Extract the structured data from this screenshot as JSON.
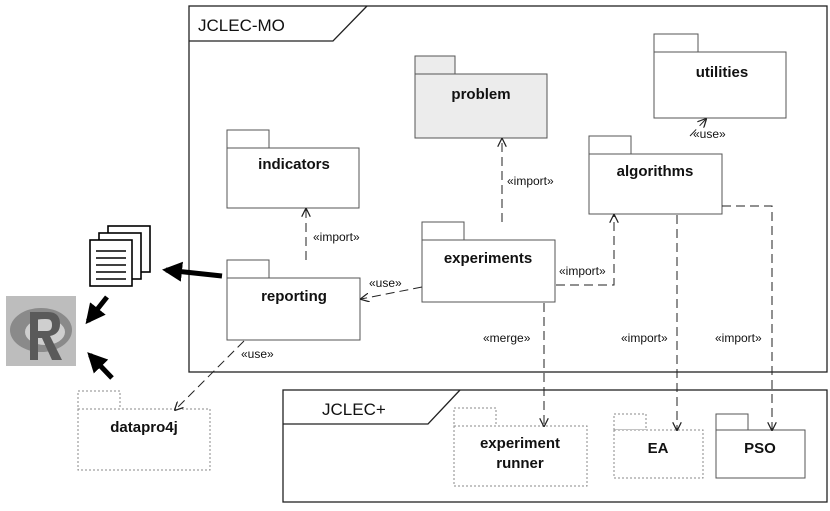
{
  "frames": {
    "jclec_mo": "JCLEC-MO",
    "jclec_plus": "JCLEC+"
  },
  "packages": {
    "problem": "problem",
    "utilities": "utilities",
    "indicators": "indicators",
    "algorithms": "algorithms",
    "experiments": "experiments",
    "reporting": "reporting",
    "datapro4j": "datapro4j",
    "experiment_runner_line1": "experiment",
    "experiment_runner_line2": "runner",
    "ea": "EA",
    "pso": "PSO"
  },
  "edges": {
    "problem_import": "«import»",
    "utilities_use": "«use»",
    "indicators_import": "«import»",
    "reporting_use": "«use»",
    "algorithms_import": "«import»",
    "merge": "«merge»",
    "ea_import": "«import»",
    "pso_import": "«import»",
    "datapro4j_use": "«use»"
  },
  "icons": {
    "documents": "stacked-documents-icon",
    "r_logo": "r-logo-icon"
  },
  "colors": {
    "problem_fill": "#ececec",
    "stroke": "#555555",
    "dotted_stroke": "#888888"
  }
}
